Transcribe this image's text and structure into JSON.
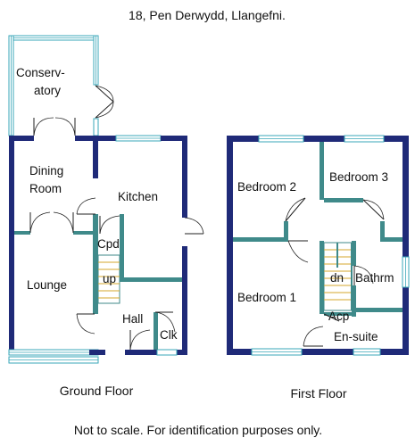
{
  "title": "18, Pen Derwydd, Llangefni.",
  "floors": {
    "ground": {
      "label": "Ground Floor",
      "rooms": {
        "conservatory_line1": "Conserv-",
        "conservatory_line2": "atory",
        "dining_line1": "Dining",
        "dining_line2": "Room",
        "kitchen": "Kitchen",
        "cpd": "Cpd",
        "up": "up",
        "lounge": "Lounge",
        "hall": "Hall",
        "clk": "Clk"
      }
    },
    "first": {
      "label": "First Floor",
      "rooms": {
        "bedroom2": "Bedroom 2",
        "bedroom3": "Bedroom 3",
        "bedroom1": "Bedroom 1",
        "dn": "dn",
        "bathroom": "Bathrm",
        "acp": "Acp",
        "ensuite": "En-suite"
      }
    }
  },
  "disclaimer": "Not to scale. For identification purposes only.",
  "colors": {
    "outer_wall": "#1f2a78",
    "inner_wall": "#3f8a8a",
    "window": "#3aa7b8",
    "stairs": "#d4a72c"
  }
}
